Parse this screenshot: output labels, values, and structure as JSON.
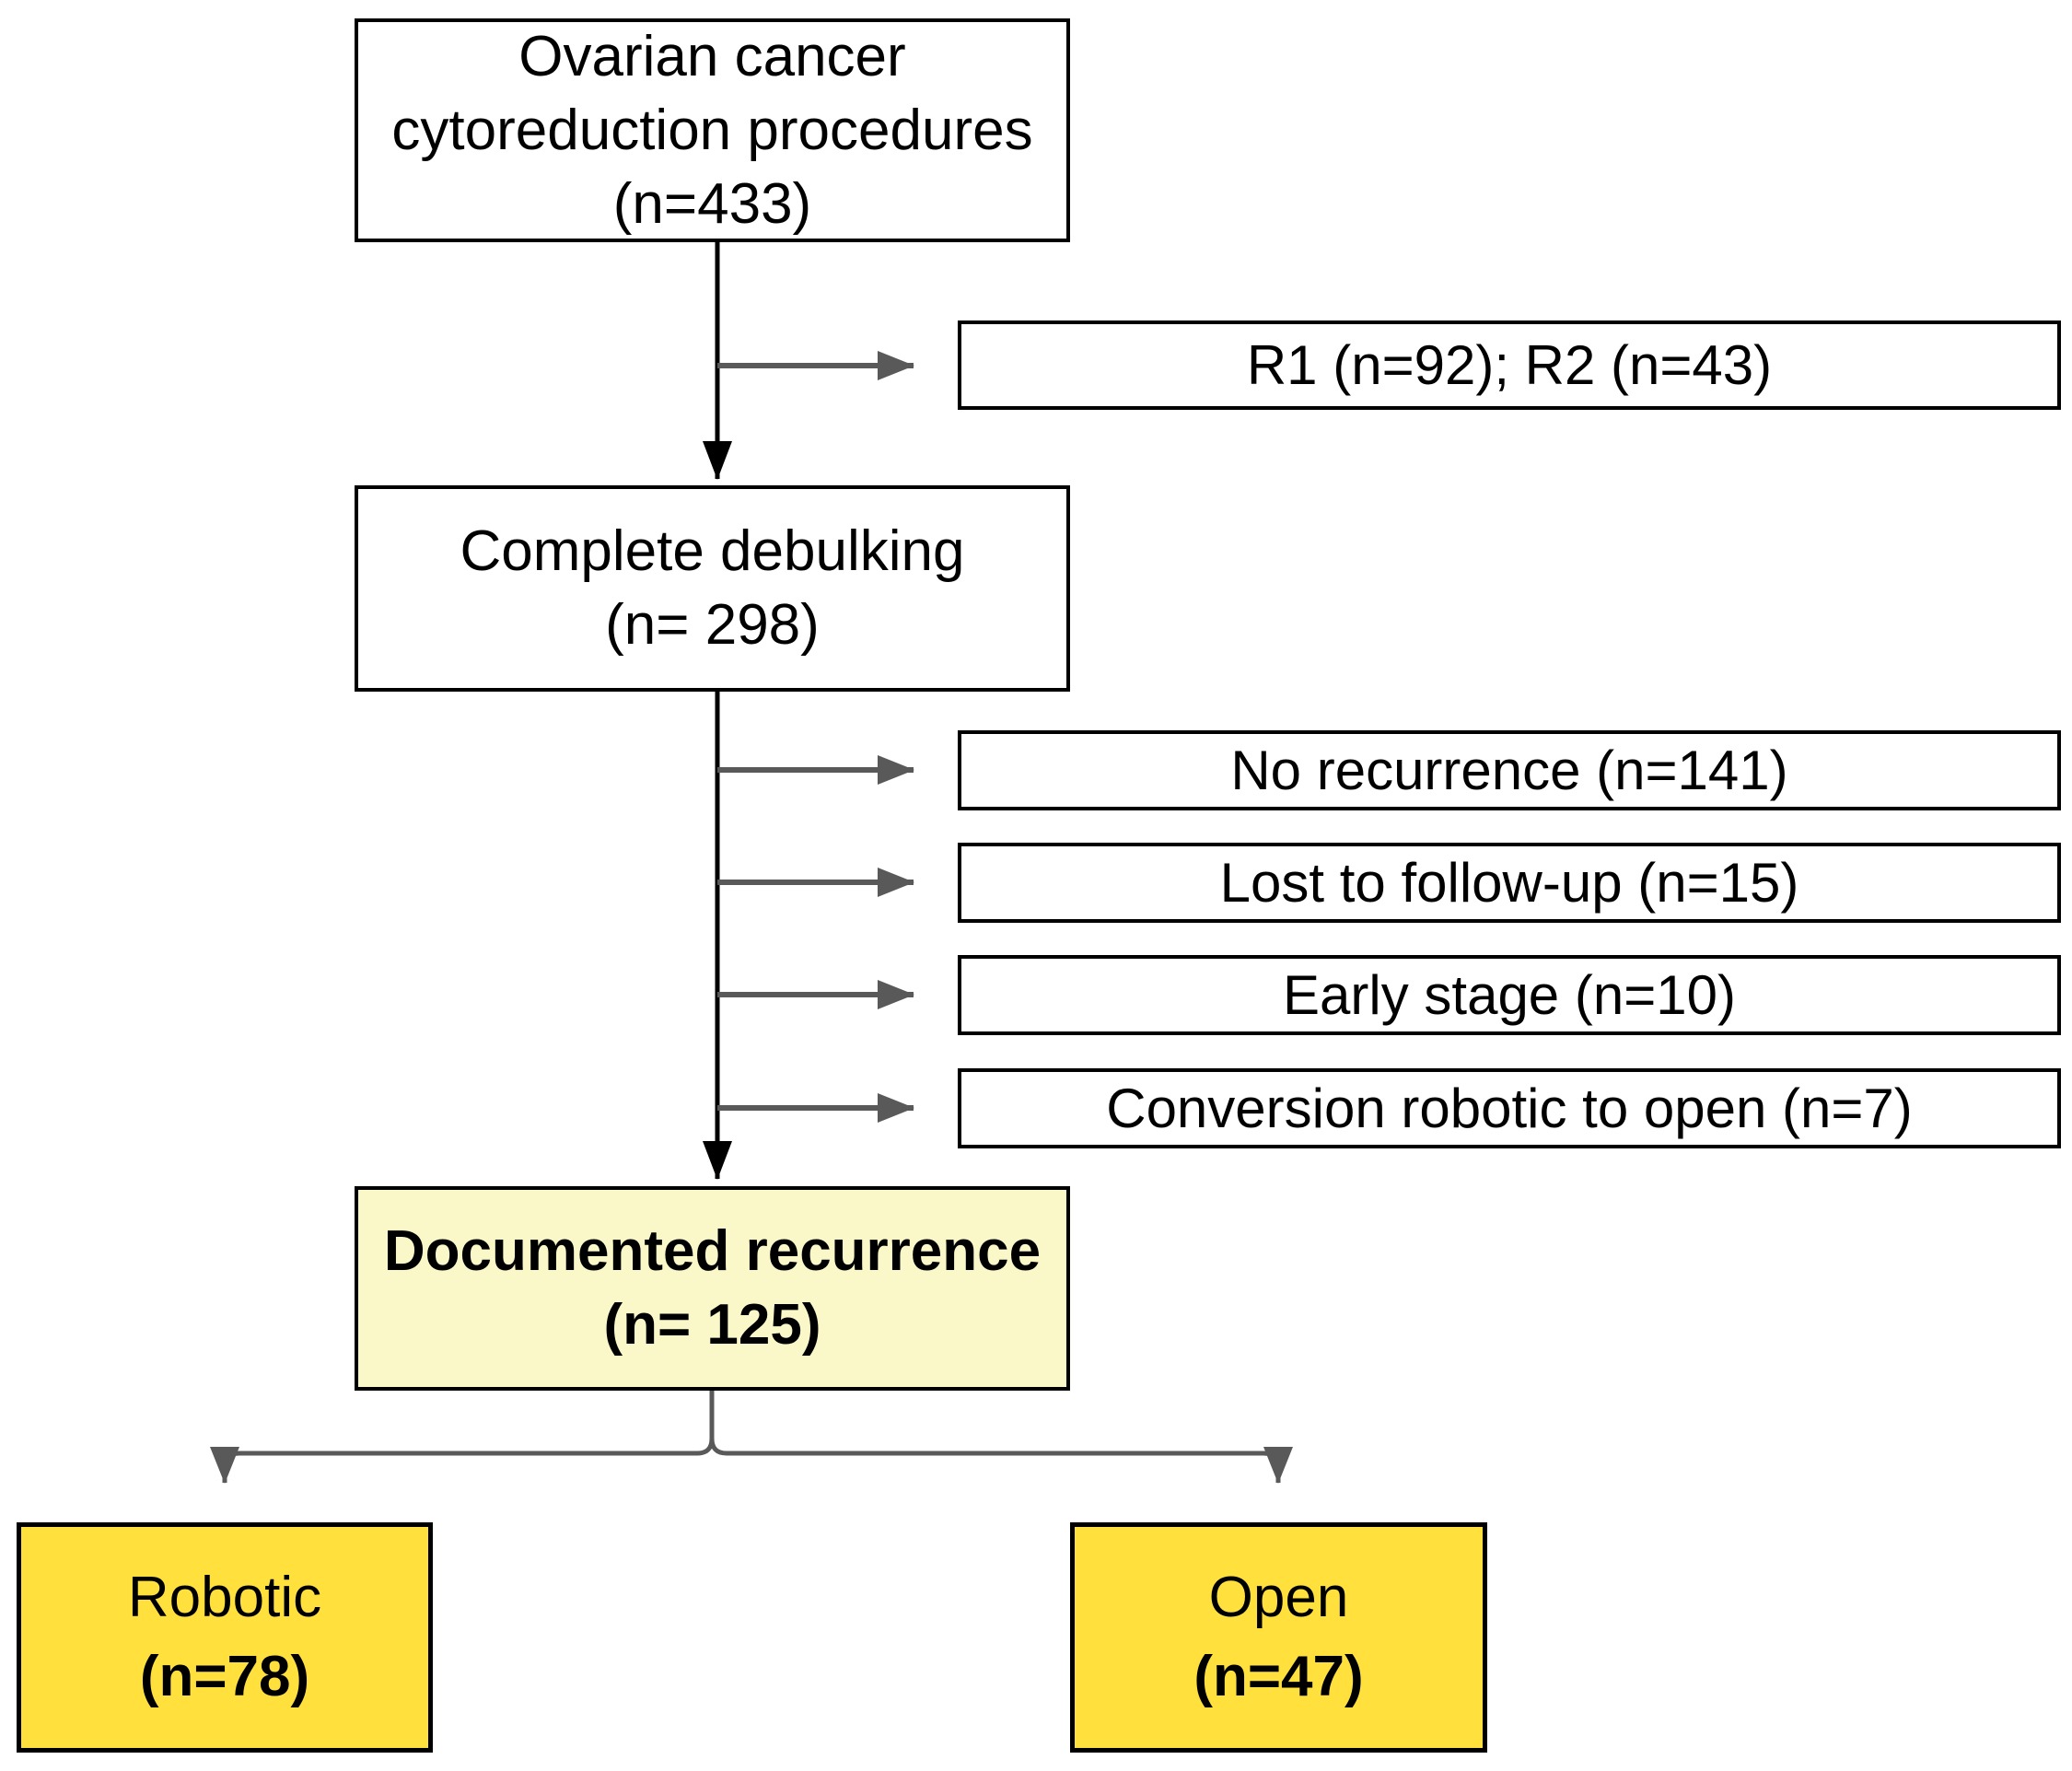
{
  "diagram": {
    "type": "flowchart",
    "colors": {
      "background": "#FFFFFF",
      "box_fill": "#FFFFFF",
      "box_border": "#000000",
      "text": "#000000",
      "recurrence_fill": "#FAF7C8",
      "arm_fill": "#FFE03D",
      "connector_primary": "#000000",
      "connector_secondary": "#595959"
    },
    "nodes": {
      "procedures": {
        "label": "Ovarian cancer\ncytoreduction procedures\n(n=433)"
      },
      "exclusion_r1r2": {
        "label": "R1 (n=92); R2 (n=43)"
      },
      "complete_debulking": {
        "label": "Complete debulking\n(n= 298)"
      },
      "no_recurrence": {
        "label": "No recurrence (n=141)"
      },
      "lost_to_followup": {
        "label": "Lost to follow-up (n=15)"
      },
      "early_stage": {
        "label": "Early stage (n=10)"
      },
      "conversion_robotic_to_open": {
        "label": "Conversion robotic to open (n=7)"
      },
      "documented_recurrence": {
        "label": "Documented recurrence\n(n= 125)"
      },
      "robotic": {
        "name": "Robotic",
        "count": "(n=78)"
      },
      "open": {
        "name": "Open",
        "count": "(n=47)"
      }
    },
    "edges": [
      {
        "from": "procedures",
        "to": "exclusion_r1r2"
      },
      {
        "from": "procedures",
        "to": "complete_debulking"
      },
      {
        "from": "complete_debulking",
        "to": "no_recurrence"
      },
      {
        "from": "complete_debulking",
        "to": "lost_to_followup"
      },
      {
        "from": "complete_debulking",
        "to": "early_stage"
      },
      {
        "from": "complete_debulking",
        "to": "conversion_robotic_to_open"
      },
      {
        "from": "complete_debulking",
        "to": "documented_recurrence"
      },
      {
        "from": "documented_recurrence",
        "to": "robotic"
      },
      {
        "from": "documented_recurrence",
        "to": "open"
      }
    ]
  }
}
